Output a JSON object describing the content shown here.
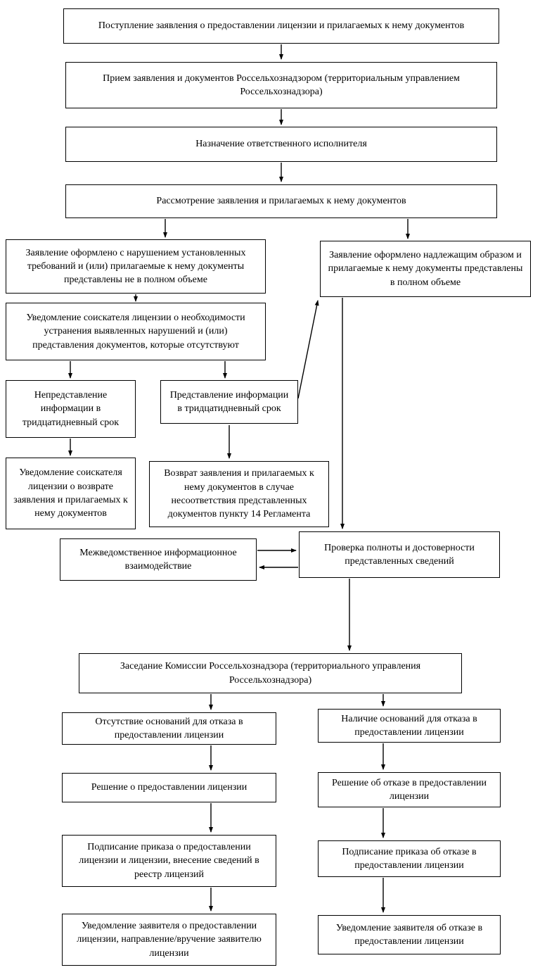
{
  "diagram": {
    "type": "flowchart",
    "language": "ru",
    "colors": {
      "background": "#ffffff",
      "box_border": "#000000",
      "text": "#000000",
      "arrow": "#000000"
    },
    "nodes": {
      "application_received": "Поступление заявления о предоставлении лицензии и прилагаемых к нему документов",
      "application_accepted": "Прием заявления и документов Россельхознадзором (территориальным управлением Россельхознадзора)",
      "executor_assigned": "Назначение ответственного исполнителя",
      "application_review": "Рассмотрение заявления и прилагаемых к нему документов",
      "improper_application": "Заявление оформлено с нарушением установленных требований и (или) прилагаемые к нему документы представлены не в полном объеме",
      "proper_application": "Заявление оформлено надлежащим образом и прилагаемые к нему документы представлены в полном объеме",
      "fix_notice": "Уведомление соискателя лицензии о необходимости устранения выявленных нарушений и (или) представления документов, которые отсутствуют",
      "info_not_provided": "Непредставление информации в тридцатидневный срок",
      "info_provided": "Представление информации в тридцатидневный срок",
      "return_notification": "Уведомление соискателя лицензии о возврате заявления и прилагаемых к нему документов",
      "application_return": "Возврат заявления и прилагаемых к нему документов в случае несоответствия представленных документов пункту 14 Регламента",
      "interagency_interaction": "Межведомственное информационное взаимодействие",
      "completeness_check": "Проверка полноты и достоверности представленных сведений",
      "commission_meeting": "Заседание Комиссии Россельхознадзора (территориального управления Россельхознадзора)",
      "no_refusal_grounds": "Отсутствие оснований для отказа в предоставлении лицензии",
      "refusal_grounds": "Наличие оснований для отказа в предоставлении лицензии",
      "grant_decision": "Решение о предоставлении лицензии",
      "refusal_decision": "Решение об отказе в предоставлении лицензии",
      "grant_order_signed": "Подписание приказа о предоставлении лицензии и лицензии, внесение сведений в реестр лицензий",
      "refusal_order_signed": "Подписание приказа об отказе в предоставлении лицензии",
      "grant_notification": "Уведомление заявителя о предоставлении лицензии, направление/вручение заявителю лицензии",
      "refusal_notification": "Уведомление заявителя об отказе в предоставлении лицензии"
    },
    "edges": [
      {
        "from": "application_received",
        "to": "application_accepted"
      },
      {
        "from": "application_accepted",
        "to": "executor_assigned"
      },
      {
        "from": "executor_assigned",
        "to": "application_review"
      },
      {
        "from": "application_review",
        "to": "improper_application"
      },
      {
        "from": "application_review",
        "to": "proper_application"
      },
      {
        "from": "improper_application",
        "to": "fix_notice"
      },
      {
        "from": "fix_notice",
        "to": "info_not_provided"
      },
      {
        "from": "fix_notice",
        "to": "info_provided"
      },
      {
        "from": "info_not_provided",
        "to": "return_notification"
      },
      {
        "from": "info_provided",
        "to": "application_return"
      },
      {
        "from": "info_provided",
        "to": "proper_application"
      },
      {
        "from": "proper_application",
        "to": "completeness_check"
      },
      {
        "from": "interagency_interaction",
        "to": "completeness_check"
      },
      {
        "from": "completeness_check",
        "to": "interagency_interaction"
      },
      {
        "from": "completeness_check",
        "to": "commission_meeting"
      },
      {
        "from": "commission_meeting",
        "to": "no_refusal_grounds"
      },
      {
        "from": "commission_meeting",
        "to": "refusal_grounds"
      },
      {
        "from": "no_refusal_grounds",
        "to": "grant_decision"
      },
      {
        "from": "refusal_grounds",
        "to": "refusal_decision"
      },
      {
        "from": "grant_decision",
        "to": "grant_order_signed"
      },
      {
        "from": "refusal_decision",
        "to": "refusal_order_signed"
      },
      {
        "from": "grant_order_signed",
        "to": "grant_notification"
      },
      {
        "from": "refusal_order_signed",
        "to": "refusal_notification"
      }
    ]
  }
}
